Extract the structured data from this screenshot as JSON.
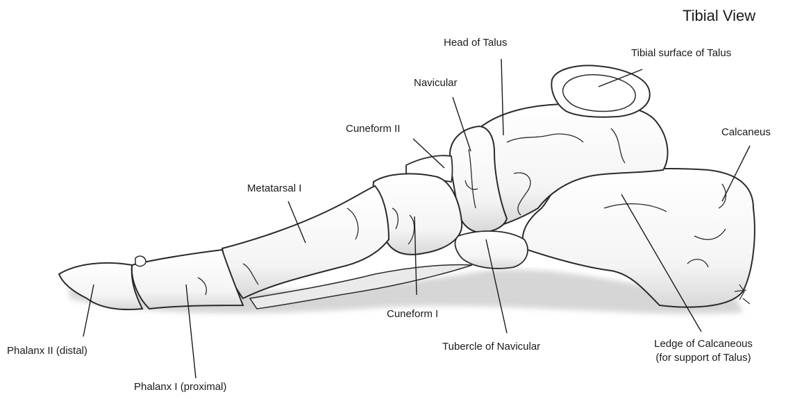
{
  "title": "Tibial View",
  "labels": {
    "head_of_talus": "Head of Talus",
    "tibial_surface_of_talus": "Tibial surface of Talus",
    "navicular": "Navicular",
    "cuneiform_ii": "Cuneform II",
    "calcaneus": "Calcaneus",
    "metatarsal_i": "Metatarsal I",
    "cuneiform_i": "Cuneform I",
    "tubercle_of_navicular": "Tubercle of Navicular",
    "ledge_of_calcaneous_line1": "Ledge of Calcaneous",
    "ledge_of_calcaneous_line2": "(for support of Talus)",
    "phalanx_ii_distal": "Phalanx II (distal)",
    "phalanx_i_proximal": "Phalanx I (proximal)"
  },
  "colors": {
    "outline": "#2a2a2a",
    "bone_fill": "#ffffff",
    "shadow": "#c9c9c9"
  }
}
